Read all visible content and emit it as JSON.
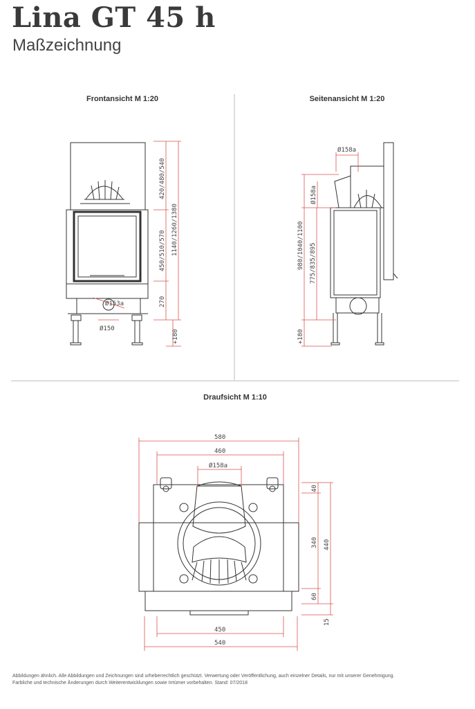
{
  "header": {
    "title": "Lina GT 45 h",
    "subtitle": "Maßzeichnung"
  },
  "views": {
    "front": {
      "label": "Frontansicht M 1:20",
      "dims": {
        "top_section": "420/480/540",
        "overall": "1140/1260/1380",
        "window": "450/510/570",
        "lower": "270",
        "feet": "+180",
        "flue": "Ø150",
        "outlet": "Ø153a"
      }
    },
    "side": {
      "label": "Seitenansicht M 1:20",
      "dims": {
        "flue_top": "Ø158a",
        "flue_side": "Ø158a",
        "overall": "980/1040/1100",
        "body": "775/835/895",
        "feet": "+180"
      }
    },
    "top": {
      "label": "Draufsicht M 1:10",
      "dims": {
        "width_outer": "580",
        "width_inner": "460",
        "flue": "Ø158a",
        "d40": "40",
        "d340": "340",
        "d440": "440",
        "d60": "60",
        "d15": "15",
        "bottom_450": "450",
        "bottom_540": "540"
      }
    }
  },
  "footer": {
    "line1": "Abbildungen ähnlich. Alle Abbildungen und Zeichnungen sind urheberrechtlich geschützt. Verwertung oder Veröffentlichung, auch einzelner Details, nur mit unserer Genehmigung.",
    "line2": "Farbliche und technische Änderungen durch Weiterentwicklungen sowie Irrtümer vorbehalten. Stand: 07/2018"
  },
  "colors": {
    "dimension_line": "#d9534f",
    "drawing_line": "#333333",
    "divider": "#bbbbbb"
  }
}
